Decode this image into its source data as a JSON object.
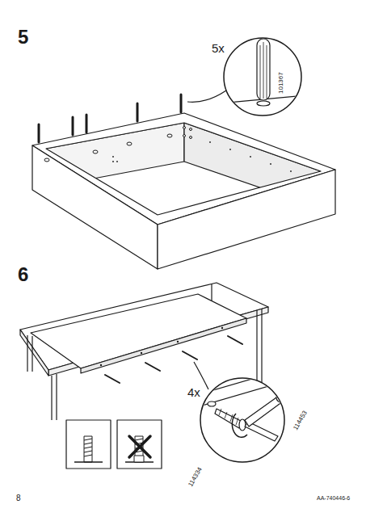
{
  "diagram": {
    "labels": [
      "5",
      "5x",
      "101367",
      "6",
      "4x",
      "114453",
      "114334",
      "8",
      "AA-740446-6"
    ]
  }
}
